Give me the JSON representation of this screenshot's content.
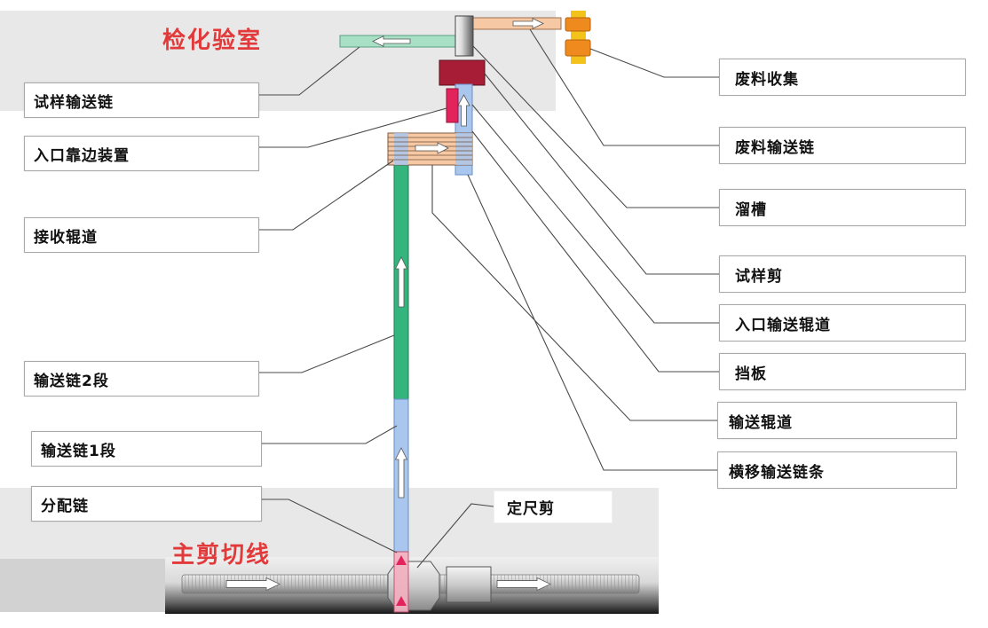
{
  "titles": {
    "lab": "检化验室",
    "main_line": "主剪切线"
  },
  "labels": {
    "left": [
      "试样输送链",
      "入口靠边装置",
      "接收辊道",
      "输送链2段",
      "输送链1段",
      "分配链"
    ],
    "right": [
      "废料收集",
      "废料输送链",
      "溜槽",
      "试样剪",
      "入口输送辊道",
      "挡板",
      "输送辊道",
      "横移输送链条"
    ],
    "cut_to_length_shear": "定尺剪"
  },
  "colors": {
    "title_red": "#e23a3a",
    "band_gray": "#e8e8e8",
    "sample_conveyor_green": "#a8e0c6",
    "chain_green": "#33b57d",
    "roller_blue": "#a9c6ee",
    "scrap_conveyor_orange": "#f6c9a4",
    "scrap_bin_orange": "#ee8a1e",
    "scrap_bin_yellow": "#f3c21b",
    "shear_dark_red": "#a71d35",
    "edge_device_red": "#e3245c",
    "distribution_pink": "#f2b0c0"
  }
}
